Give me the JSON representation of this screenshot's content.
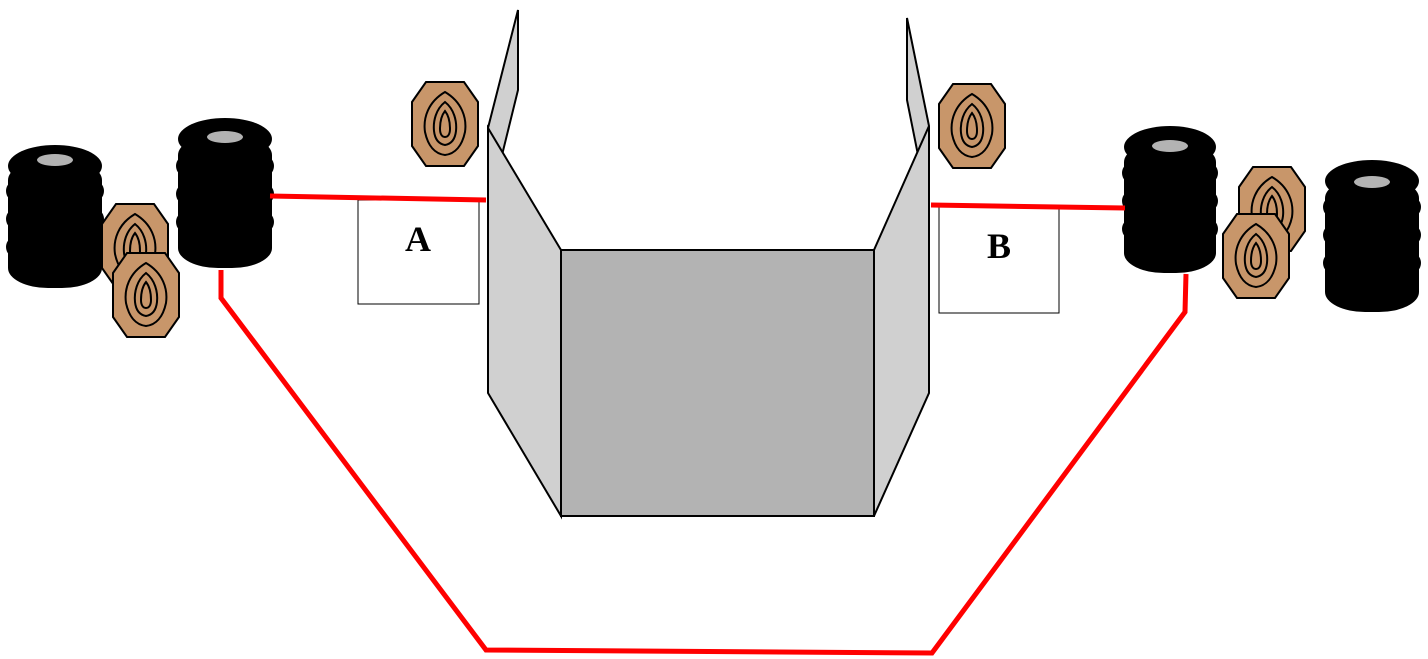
{
  "diagram": {
    "type": "shooting-stage-layout",
    "boxes": [
      {
        "id": "box-a",
        "label": "A"
      },
      {
        "id": "box-b",
        "label": "B"
      }
    ],
    "barrel_stacks": 4,
    "targets": 6,
    "barricade": "wall-with-angled-wings",
    "boundary_line": "fault-line"
  },
  "colors": {
    "boundary_line": "#ff0000",
    "barrel": "#000000",
    "barrel_top": "#b3b3b3",
    "target_fill": "#c8966a",
    "wall_front": "#b3b3b3",
    "wall_wing": "#d0d0d0",
    "outline": "#000000"
  },
  "icons": {
    "target": "paper-target-icon",
    "barrel": "barrel-stack-icon"
  }
}
